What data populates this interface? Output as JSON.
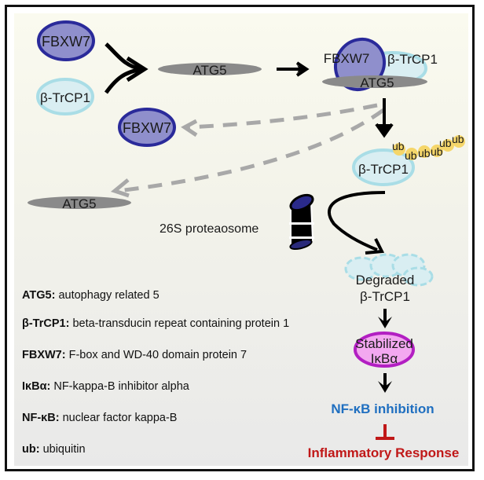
{
  "diagram": {
    "nodes": {
      "fbxw7_top": "FBXW7",
      "btrcp1_top": "β-TrCP1",
      "atg5_mid": "ATG5",
      "complex_fbxw7": "FBXW7",
      "complex_btrcp1": "β-TrCP1",
      "complex_atg5": "ATG5",
      "fbxw7_released": "FBXW7",
      "atg5_released": "ATG5",
      "btrcp1_ub": "β-TrCP1",
      "proteasome": "26S proteaosome",
      "degraded_line1": "Degraded",
      "degraded_line2": "β-TrCP1",
      "stabilized_line1": "Stabilized",
      "stabilized_line2": "IκBα",
      "nfkb_inhibition": "NF-κB inhibition",
      "inflammatory": "Inflammatory Response"
    },
    "ubiquitin": [
      "ub",
      "ub",
      "ub",
      "ub",
      "ub",
      "ub"
    ],
    "colors": {
      "fbxw7_fill": "#8f8fcc",
      "fbxw7_stroke": "#2a2a9a",
      "btrcp1_fill": "#d9eef2",
      "btrcp1_stroke": "#a9dde6",
      "atg5_fill": "#8a8a8a",
      "ub_fill": "#f5d66a",
      "ikba_fill": "#f3a8f0",
      "ikba_stroke": "#b21fc2",
      "nfkb_text": "#1f6fc0",
      "inflammatory_text": "#c01818",
      "dashed_arrow": "#a8a8a8"
    }
  },
  "legend": [
    {
      "term": "ATG5:",
      "definition": " autophagy related 5"
    },
    {
      "term": "β-TrCP1:",
      "definition": " beta-transducin repeat containing protein 1"
    },
    {
      "term": "FBXW7:",
      "definition": " F-box and WD-40 domain protein 7"
    },
    {
      "term": "IκBα:",
      "definition": " NF-kappa-B inhibitor alpha"
    },
    {
      "term": "NF-κB:",
      "definition": " nuclear factor kappa-B"
    },
    {
      "term": "ub:",
      "definition": " ubiquitin"
    }
  ]
}
